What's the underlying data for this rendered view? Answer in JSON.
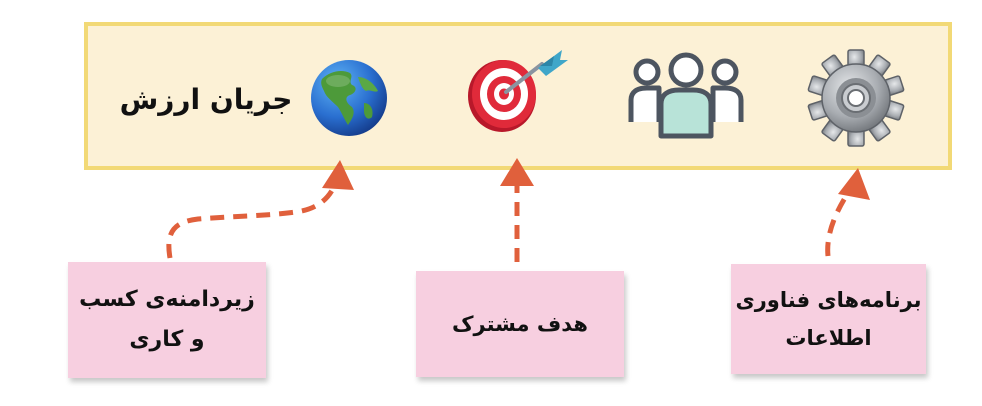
{
  "banner": {
    "title": "جریان ارزش",
    "icons": [
      "globe-icon",
      "target-dart-icon",
      "team-people-icon",
      "gear-icon"
    ]
  },
  "notes": {
    "business": {
      "line1": "زیردامنه‌ی کسب",
      "line2": "و کاری"
    },
    "goal": {
      "text": "هدف مشترک"
    },
    "it": {
      "line1": "برنامه‌های فناوری",
      "line2": "اطلاعات"
    }
  },
  "colors": {
    "banner_fill": "#fcf1d6",
    "banner_border": "#f2d976",
    "note_fill": "#f7cfe0",
    "arrow": "#e0603c"
  }
}
